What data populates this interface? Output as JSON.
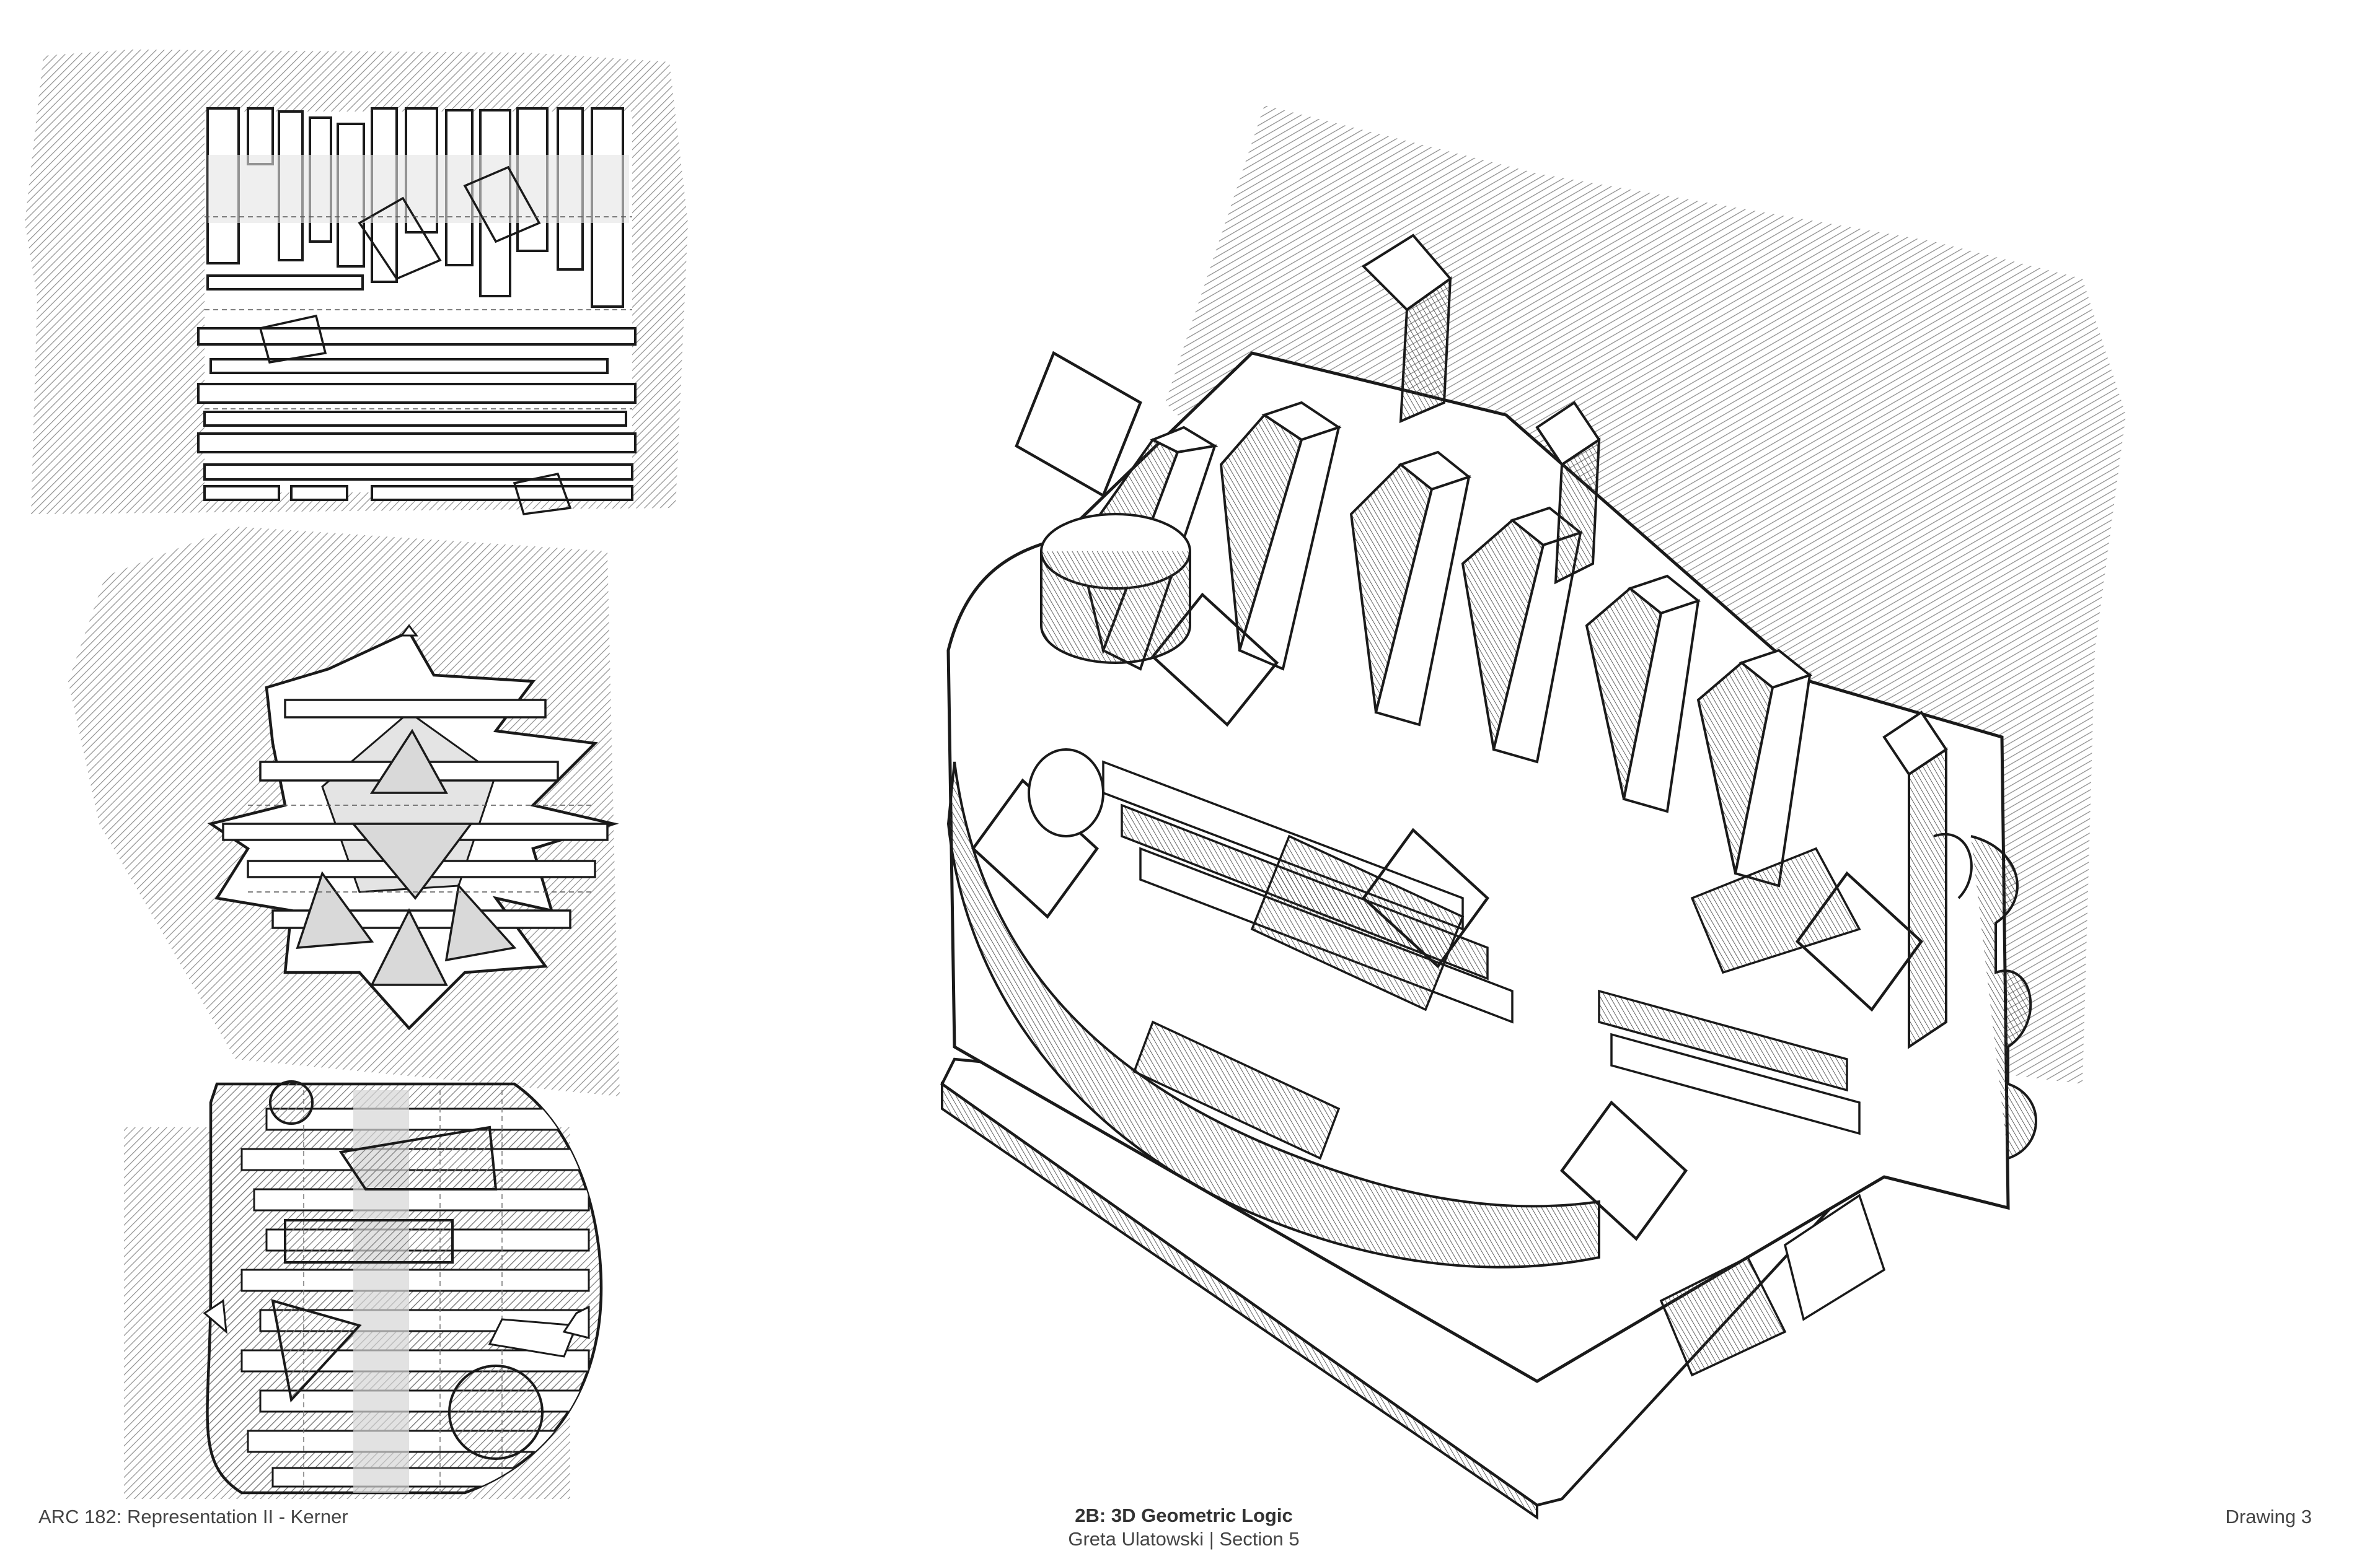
{
  "footer": {
    "course": "ARC 182: Representation II - Kerner",
    "project_title": "2B: 3D Geometric Logic",
    "author_section": "Greta Ulatowski | Section 5",
    "drawing_number": "Drawing 3"
  },
  "colors": {
    "background": "#ffffff",
    "line": "#1a1a1a",
    "hatch": "#7a7a7a",
    "tone": "#e4e4e4",
    "text": "#444444"
  },
  "drawings": [
    {
      "id": "plan-top",
      "icon": "linear-bars-plan-icon"
    },
    {
      "id": "plan-mid",
      "icon": "star-plan-icon"
    },
    {
      "id": "plan-bottom",
      "icon": "circular-grid-plan-icon"
    },
    {
      "id": "axon",
      "icon": "axonometric-mass-icon"
    }
  ]
}
